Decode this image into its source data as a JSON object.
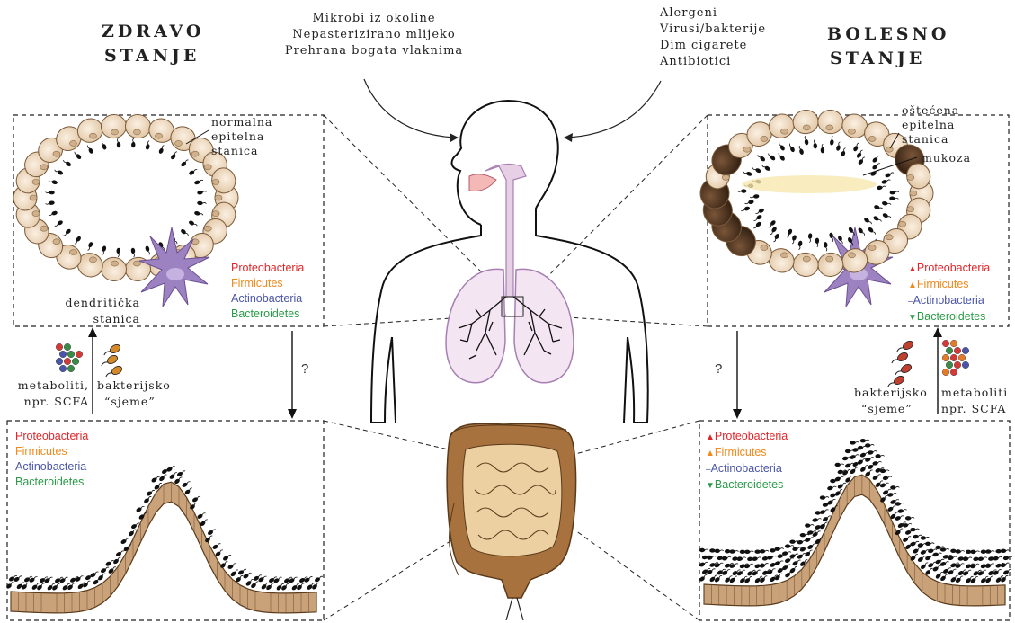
{
  "healthy": {
    "title": [
      "ZDRAVO",
      "STANJE"
    ],
    "factors": [
      "Mikrobi iz okoline",
      "Nepasterizirano mlijeko",
      "Prehrana bogata vlaknima"
    ],
    "lung_labels": {
      "epithelial": [
        "normalna",
        "epitelna",
        "stanica"
      ],
      "dendritic": [
        "dendritička",
        "stanica"
      ]
    },
    "metabolites": [
      "metaboliti,",
      "npr. SCFA"
    ],
    "seed": [
      "bakterijsko",
      "“sjeme”"
    ],
    "question": "?",
    "lung_phyla": [
      {
        "name": "Proteobacteria",
        "color": "#e0262b",
        "marker": ""
      },
      {
        "name": "Firmicutes",
        "color": "#f08a1c",
        "marker": ""
      },
      {
        "name": "Actinobacteria",
        "color": "#4a55a8",
        "marker": ""
      },
      {
        "name": "Bacteroidetes",
        "color": "#2a9a48",
        "marker": ""
      }
    ],
    "gut_phyla": [
      {
        "name": "Proteobacteria",
        "color": "#e0262b",
        "marker": ""
      },
      {
        "name": "Firmicutes",
        "color": "#f08a1c",
        "marker": ""
      },
      {
        "name": "Actinobacteria",
        "color": "#4a55a8",
        "marker": ""
      },
      {
        "name": "Bacteroidetes",
        "color": "#2a9a48",
        "marker": ""
      }
    ]
  },
  "disease": {
    "title": [
      "BOLESNO",
      "STANJE"
    ],
    "factors": [
      "Alergeni",
      "Virusi/bakterije",
      "Dim cigarete",
      "Antibiotici"
    ],
    "lung_labels": {
      "epithelial": [
        "oštećena",
        "epitelna",
        "stanica"
      ],
      "mucus": "mukoza"
    },
    "metabolites": [
      "metaboliti",
      "npr. SCFA"
    ],
    "seed": [
      "bakterijsko",
      "“sjeme”"
    ],
    "question": "?",
    "lung_phyla": [
      {
        "name": "Proteobacteria",
        "color": "#e0262b",
        "marker": "▲"
      },
      {
        "name": "Firmicutes",
        "color": "#f08a1c",
        "marker": "▲"
      },
      {
        "name": "Actinobacteria",
        "color": "#4a55a8",
        "marker": "‒"
      },
      {
        "name": "Bacteroidetes",
        "color": "#2a9a48",
        "marker": "▼"
      }
    ],
    "gut_phyla": [
      {
        "name": "Proteobacteria",
        "color": "#e0262b",
        "marker": "▲"
      },
      {
        "name": "Firmicutes",
        "color": "#f08a1c",
        "marker": "▲"
      },
      {
        "name": "Actinobacteria",
        "color": "#4a55a8",
        "marker": "‒"
      },
      {
        "name": "Bacteroidetes",
        "color": "#2a9a48",
        "marker": "▼"
      }
    ]
  },
  "colors": {
    "cell": "#f0d9bd",
    "cell_stroke": "#7a5a3a",
    "damaged_cell": "#4a3020",
    "dendritic": "#9d82c2",
    "lung": "#f1e3ef",
    "lung_stroke": "#a77fb3",
    "gut_light": "#e9c795",
    "gut_dark": "#a8723e",
    "gut_villi": "#c9a27a"
  }
}
